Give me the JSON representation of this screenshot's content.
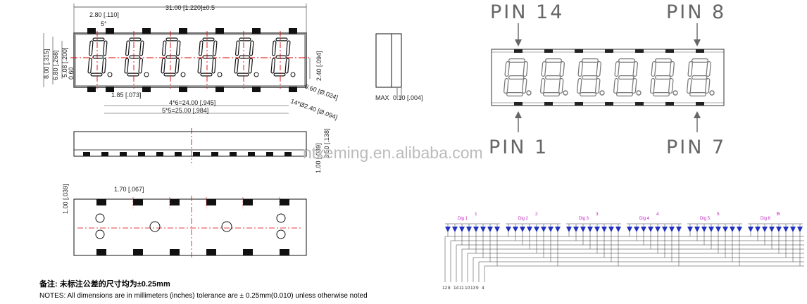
{
  "front_view": {
    "overall_width": "31.00 [1.220]±0.5",
    "seg_width": "2.80 [.110]",
    "slant": "5°",
    "height_total": "8.00 [.315]",
    "height_body": "6.80 [.268]",
    "height_digit": "5.08 [.200]",
    "dp_offset": "0.60",
    "pin_height": "2.40 [.094]",
    "pin_offset": "1.85 [.073]",
    "dp_dia": "0.60 [Ø.024]",
    "pin_hole": "14*Ø2.40 [Ø.094]",
    "pitch_4x6": "4*6=24.00 [.945]",
    "pitch_5x5": "5*5=25.00 [.984]"
  },
  "side_view": {
    "max_label": "MAX",
    "max_value": "0.10 [.004]"
  },
  "bottom_view": {
    "height": "3.50 [.138]",
    "base": "1.00 [.039]"
  },
  "top_view": {
    "pad_width": "1.70 [.067]",
    "pad_height": "1.00 [.039]"
  },
  "pins": {
    "pin14": "PIN 14",
    "pin8": "PIN 8",
    "pin1": "PIN 1",
    "pin7": "PIN 7"
  },
  "watermark": "ntxeming.en.alibaba.com",
  "circuit": {
    "digit_numbers": [
      "1",
      "2",
      "3",
      "4",
      "5",
      "6",
      "7"
    ],
    "digit_labels": [
      "Dig 1",
      "Dig 2",
      "Dig 3",
      "Dig 4",
      "Dig 5",
      "Dig 6"
    ],
    "pin_numbers": [
      "12",
      "8",
      "14",
      "11",
      "10",
      "13",
      "9",
      "4"
    ]
  },
  "notes": {
    "cn": "备注: 未标注公差的尺寸均为±0.25mm",
    "en": "NOTES: All dimensions are in millimeters (inches) tolerance are ± 0.25mm(0.010) unless otherwise noted"
  },
  "colors": {
    "diode": "#2030c0",
    "centerline": "#e00000",
    "label": "#c020c0"
  }
}
